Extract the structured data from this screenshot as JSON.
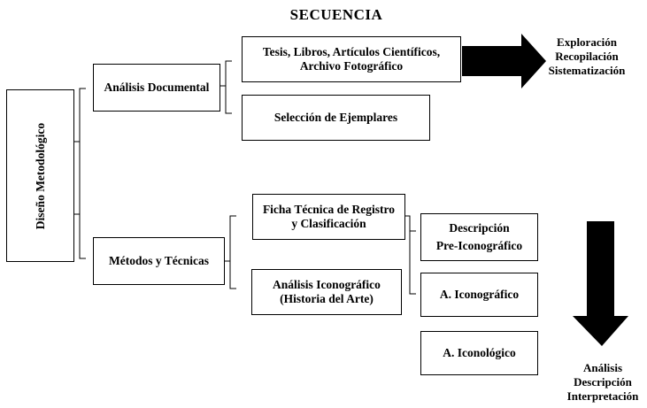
{
  "title": "SECUENCIA",
  "root": "Diseño Metodológico",
  "branches": {
    "documental": "Análisis Documental",
    "metodos": "Métodos y Técnicas"
  },
  "documental_items": {
    "tesis_line1": "Tesis, Libros, Artículos Científicos,",
    "tesis_line2": "Archivo Fotográfico",
    "seleccion": "Selección de Ejemplares"
  },
  "metodos_items": {
    "ficha_line1": "Ficha Técnica de Registro",
    "ficha_line2": "y Clasificación",
    "iconografico_line1": "Análisis Iconográfico",
    "iconografico_line2": "(Historia del Arte)"
  },
  "levels": {
    "pre_line1": "Descripción",
    "pre_line2": "Pre-Iconográfico",
    "icono": "A. Iconográfico",
    "iconologico": "A. Iconológico"
  },
  "right_outcome": [
    "Exploración",
    "Recopilación",
    "Sistematización"
  ],
  "bottom_outcome": [
    "Análisis",
    "Descripción",
    "Interpretación"
  ]
}
